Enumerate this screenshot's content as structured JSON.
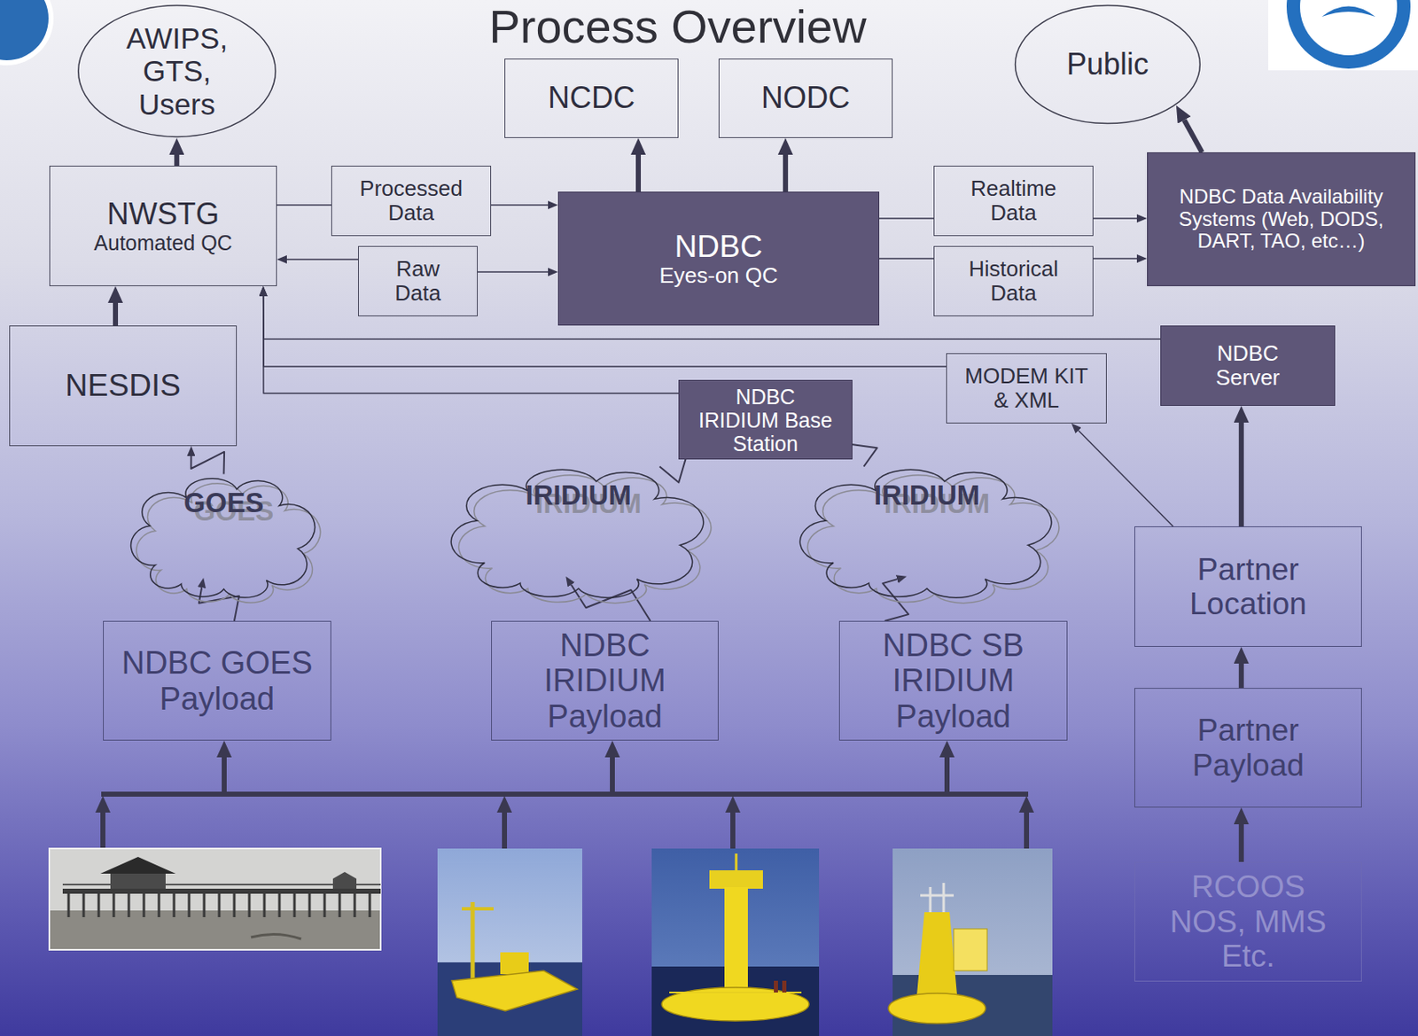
{
  "diagram": {
    "title": "Process Overview",
    "nodes": [
      {
        "text": [
          "AWIPS, GTS, Users"
        ]
      },
      {
        "text": [
          "NWSTG",
          "Automated QC"
        ]
      },
      {
        "text": [
          "Processed Data"
        ]
      },
      {
        "text": [
          "Raw Data"
        ]
      },
      {
        "text": [
          "NCDC"
        ]
      },
      {
        "text": [
          "NODC"
        ]
      },
      {
        "text": [
          "NDBC",
          "Eyes-on QC"
        ]
      },
      {
        "text": [
          "Realtime Data"
        ]
      },
      {
        "text": [
          "Historical Data"
        ]
      },
      {
        "text": [
          "Public"
        ]
      },
      {
        "text": [
          "NDBC Data Availability Systems (Web, DODS, DART, TAO, etc…)"
        ]
      },
      {
        "text": [
          "NESDIS"
        ]
      },
      {
        "text": [
          "NDBC Server"
        ]
      },
      {
        "text": [
          "MODEM KIT & XML"
        ]
      },
      {
        "text": [
          "NDBC IRIDIUM Base Station"
        ]
      },
      {
        "text": [
          "GOES"
        ]
      },
      {
        "text": [
          "IRIDIUM"
        ]
      },
      {
        "text": [
          "IRIDIUM"
        ]
      },
      {
        "text": [
          "NDBC GOES Payload"
        ]
      },
      {
        "text": [
          "NDBC IRIDIUM Payload"
        ]
      },
      {
        "text": [
          "NDBC SB IRIDIUM Payload"
        ]
      },
      {
        "text": [
          "Partner Location"
        ]
      },
      {
        "text": [
          "Partner Payload"
        ]
      },
      {
        "text": [
          "RCOOS NOS, MMS Etc."
        ]
      }
    ],
    "edges": [
      {
        "from": 1,
        "to": 0,
        "arrow": "to"
      },
      {
        "from": 11,
        "to": 1,
        "arrow": "to"
      },
      {
        "from": 1,
        "to": 2,
        "arrow": "none"
      },
      {
        "from": 2,
        "to": 6,
        "arrow": "to"
      },
      {
        "from": 3,
        "to": 1,
        "arrow": "to"
      },
      {
        "from": 3,
        "to": 6,
        "arrow": "to"
      },
      {
        "from": 6,
        "to": 4,
        "arrow": "to"
      },
      {
        "from": 6,
        "to": 5,
        "arrow": "to"
      },
      {
        "from": 6,
        "to": 7,
        "arrow": "none"
      },
      {
        "from": 7,
        "to": 10,
        "arrow": "to"
      },
      {
        "from": 6,
        "to": 8,
        "arrow": "none"
      },
      {
        "from": 8,
        "to": 10,
        "arrow": "to"
      },
      {
        "from": 10,
        "to": 9,
        "arrow": "to"
      },
      {
        "from": 12,
        "to": 1,
        "arrow": "to"
      },
      {
        "from": 13,
        "to": 1,
        "arrow": "to"
      },
      {
        "from": 14,
        "to": 1,
        "arrow": "to"
      },
      {
        "from": 22,
        "to": 21,
        "arrow": "to"
      },
      {
        "from": 23,
        "to": 22,
        "arrow": "to"
      },
      {
        "from": 21,
        "to": 12,
        "arrow": "to"
      },
      {
        "from": 21,
        "to": 13,
        "arrow": "to"
      },
      {
        "from": 18,
        "to": 15,
        "arrow": "to"
      },
      {
        "from": 15,
        "to": 11,
        "arrow": "to"
      },
      {
        "from": 19,
        "to": 16,
        "arrow": "to"
      },
      {
        "from": 16,
        "to": 14,
        "arrow": "to"
      },
      {
        "from": 20,
        "to": 17,
        "arrow": "to"
      },
      {
        "from": 17,
        "to": 14,
        "arrow": "to"
      }
    ]
  }
}
